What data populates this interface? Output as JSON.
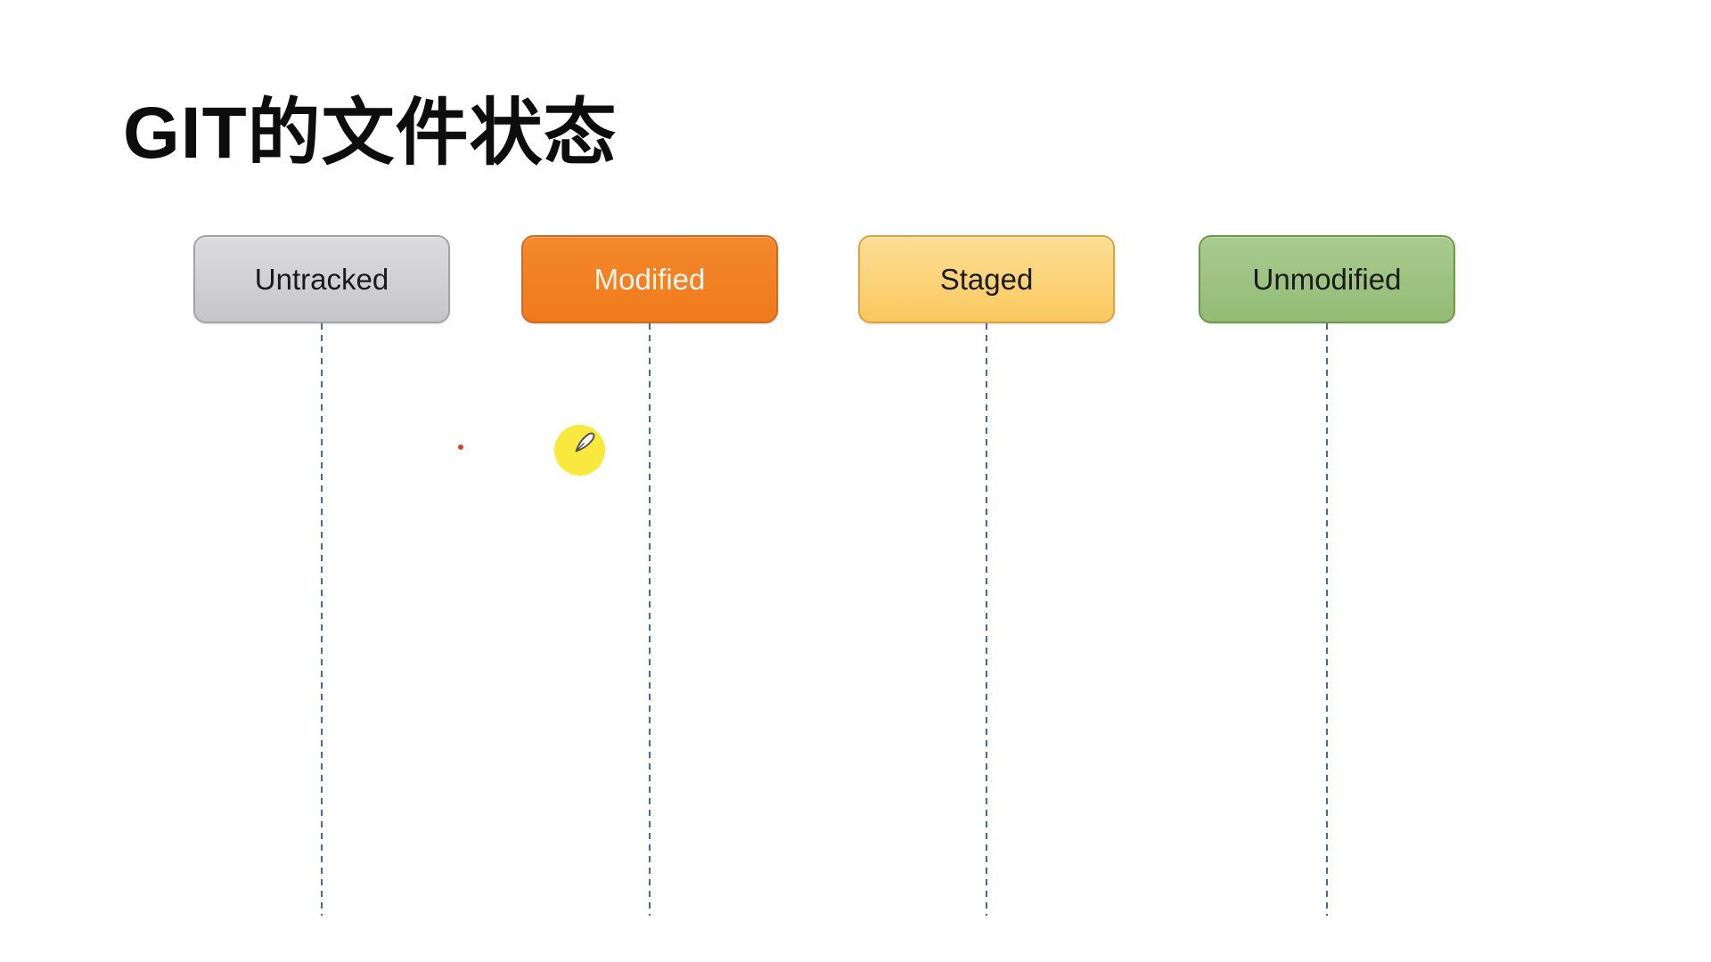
{
  "slide": {
    "title": "GIT的文件状态",
    "background_color": "#FFFFFF",
    "title_color": "#0D0D0D"
  },
  "states": [
    {
      "label": "Untracked",
      "fill_top": "#DCDCDE",
      "fill_bottom": "#C6C6C8",
      "border": "#A3A3A5",
      "text_color": "#1A1A1A"
    },
    {
      "label": "Modified",
      "fill_top": "#F4882D",
      "fill_bottom": "#EF7A1B",
      "border": "#D2691F",
      "text_color": "#FDF5EC"
    },
    {
      "label": "Staged",
      "fill_top": "#FDDE96",
      "fill_bottom": "#FAC85E",
      "border": "#DDA33F",
      "text_color": "#1A1A1A"
    },
    {
      "label": "Unmodified",
      "fill_top": "#A8CB8F",
      "fill_bottom": "#93BB75",
      "border": "#6F964B",
      "text_color": "#1A1A1A"
    }
  ],
  "lifeline": {
    "color": "#41689F",
    "style": "dashed"
  },
  "annotations": {
    "pen_cursor": {
      "icon": "pen-icon",
      "circle_color": "#F9E93F",
      "pen_stroke_color": "#4D4D4D",
      "pen_fill_color": "#FFFFFF"
    },
    "dot": {
      "color": "#D2492A"
    }
  }
}
